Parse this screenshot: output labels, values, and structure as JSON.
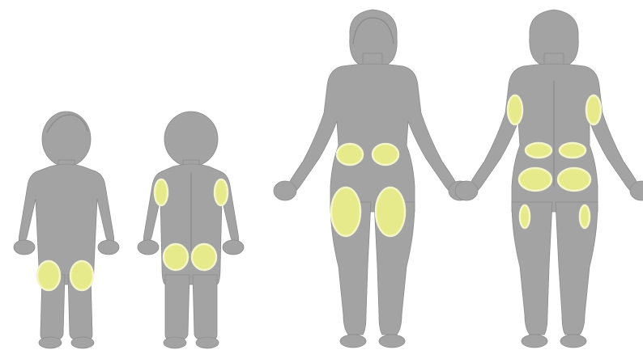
{
  "colors": {
    "background": "#ffffff",
    "body": "#a3a3a3",
    "injection_site": "#e7ea8b",
    "injection_site_edge": "#f4f5c9"
  },
  "figures": [
    {
      "subject": "child",
      "view": "front"
    },
    {
      "subject": "child",
      "view": "back"
    },
    {
      "subject": "adult",
      "view": "front"
    },
    {
      "subject": "adult",
      "view": "back"
    }
  ]
}
